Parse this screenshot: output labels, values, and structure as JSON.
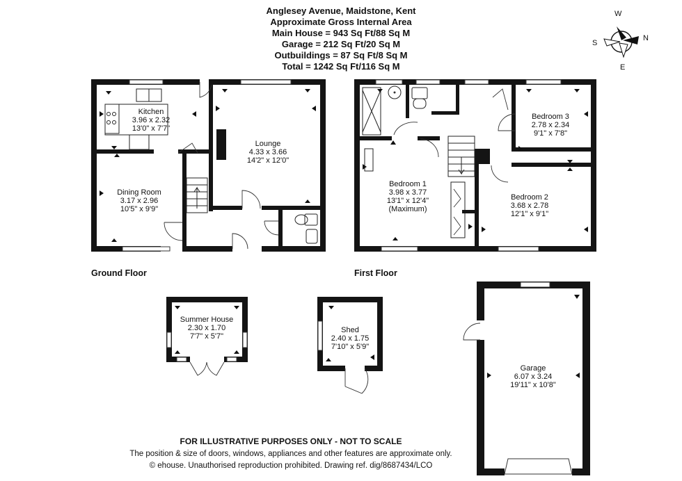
{
  "header": {
    "address": "Anglesey Avenue, Maidstone, Kent",
    "area_title": "Approximate Gross Internal Area",
    "main_house": "Main House = 943 Sq Ft/88 Sq M",
    "garage": "Garage = 212 Sq Ft/20 Sq M",
    "outbuildings": "Outbuildings = 87 Sq Ft/8 Sq M",
    "total": "Total = 1242 Sq Ft/116 Sq M"
  },
  "compass": {
    "w": "W",
    "s": "S",
    "n": "N",
    "e": "E"
  },
  "floors": {
    "ground": "Ground Floor",
    "first": "First Floor"
  },
  "rooms": {
    "kitchen": {
      "name": "Kitchen",
      "metric": "3.96 x 2.32",
      "imperial": "13'0\" x 7'7\""
    },
    "lounge": {
      "name": "Lounge",
      "metric": "4.33 x 3.66",
      "imperial": "14'2\" x 12'0\""
    },
    "dining": {
      "name": "Dining Room",
      "metric": "3.17 x 2.96",
      "imperial": "10'5\" x 9'9\""
    },
    "bedroom3": {
      "name": "Bedroom 3",
      "metric": "2.78 x 2.34",
      "imperial": "9'1\" x 7'8\""
    },
    "bedroom1": {
      "name": "Bedroom 1",
      "metric": "3.98 x 3.77",
      "imperial": "13'1\" x 12'4\"",
      "note": "(Maximum)"
    },
    "bedroom2": {
      "name": "Bedroom 2",
      "metric": "3.68 x 2.78",
      "imperial": "12'1\" x 9'1\""
    },
    "summer_house": {
      "name": "Summer House",
      "metric": "2.30 x 1.70",
      "imperial": "7'7\" x 5'7\""
    },
    "shed": {
      "name": "Shed",
      "metric": "2.40 x 1.75",
      "imperial": "7'10\" x 5'9\""
    },
    "garage": {
      "name": "Garage",
      "metric": "6.07 x 3.24",
      "imperial": "19'11\" x 10'8\""
    }
  },
  "footer": {
    "disclaimer": "FOR ILLUSTRATIVE PURPOSES ONLY - NOT TO SCALE",
    "note": "The position & size of doors, windows, appliances and other features are approximate only.",
    "copyright": "© ehouse. Unauthorised reproduction prohibited. Drawing ref. dig/8687434/LCO"
  }
}
